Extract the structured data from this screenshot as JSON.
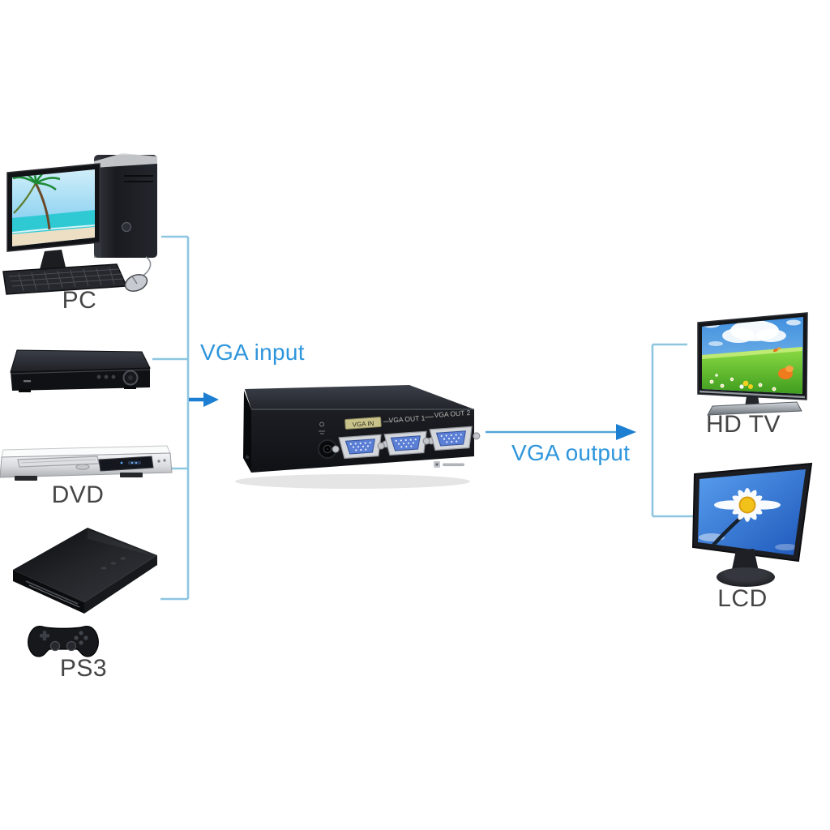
{
  "devices": {
    "pc": {
      "label": "PC"
    },
    "dvd": {
      "label": "DVD"
    },
    "ps3": {
      "label": "PS3"
    },
    "hd_tv": {
      "label": "HD TV"
    },
    "lcd": {
      "label": "LCD"
    }
  },
  "connections": {
    "input_label": "VGA input",
    "output_label": "VGA output"
  },
  "splitter": {
    "ports": {
      "in": "VGA IN",
      "out1": "VGA OUT 1",
      "out2": "VGA OUT 2"
    }
  },
  "colors": {
    "background": "#ffffff",
    "connector_line": "#8ec6e0",
    "arrow": "#1d7fd2",
    "annotation_text": "#2e96dc",
    "device_label_text": "#454545",
    "vga_port_blue": "#5b7fd4",
    "splitter_body": "#14161b"
  }
}
